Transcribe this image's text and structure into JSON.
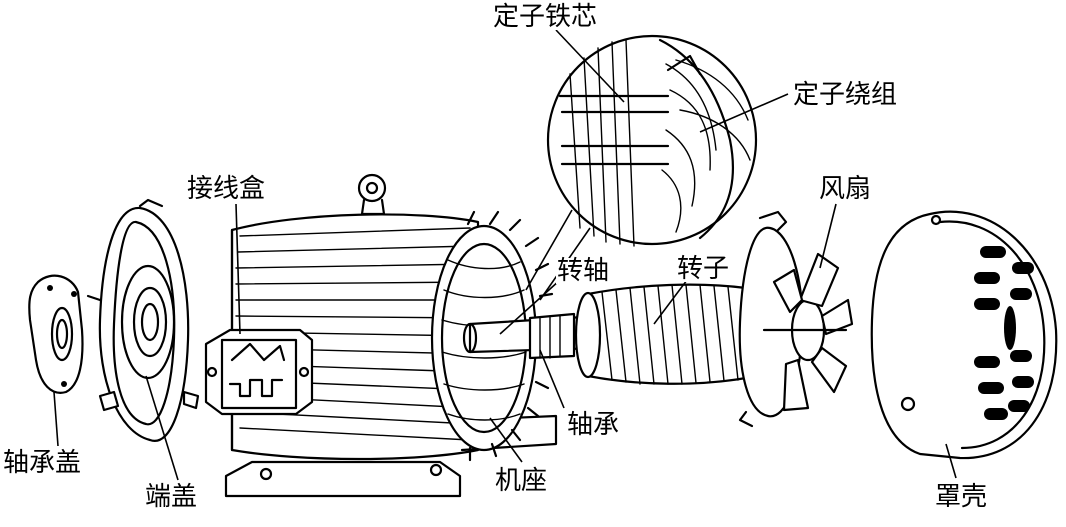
{
  "labels": {
    "stator_core": "定子铁芯",
    "stator_winding": "定子绕组",
    "junction_box": "接线盒",
    "fan": "风扇",
    "shaft": "转轴",
    "rotor": "转子",
    "bearing": "轴承",
    "bearing_cover": "轴承盖",
    "end_cover": "端盖",
    "frame": "机座",
    "fan_cover": "罩壳"
  }
}
